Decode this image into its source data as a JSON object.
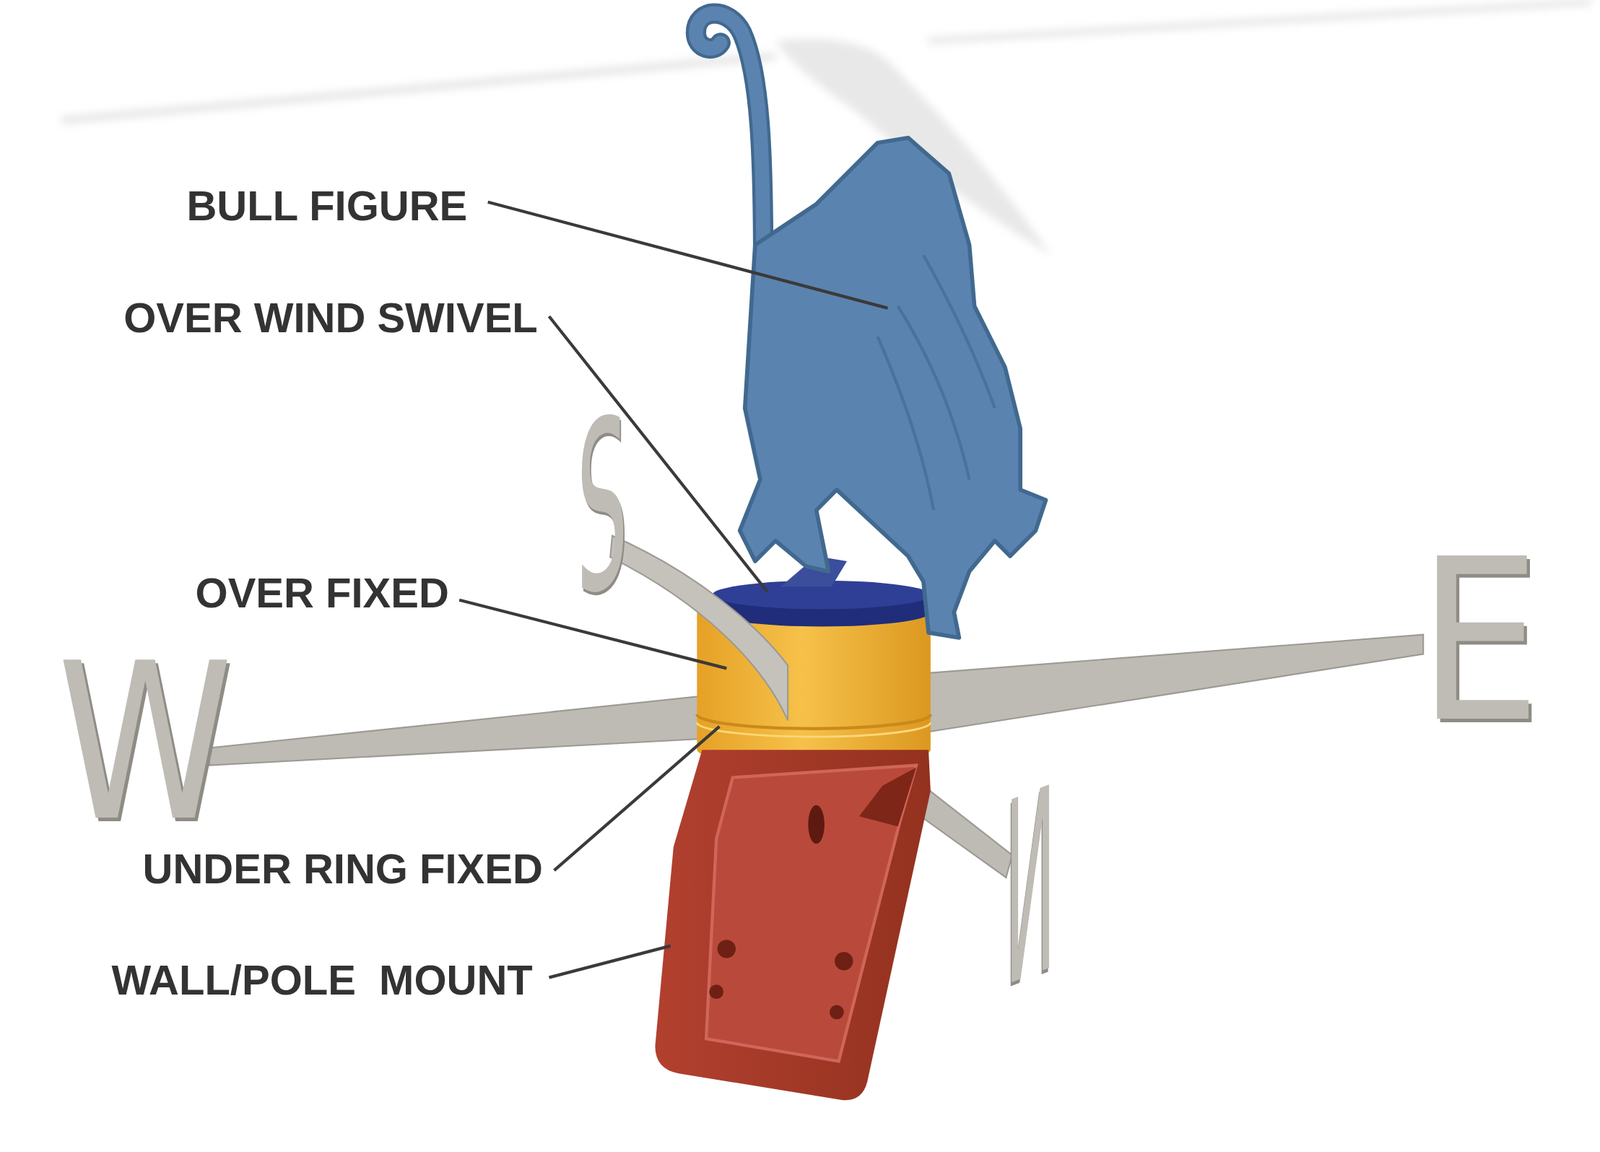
{
  "diagram": {
    "labels": [
      "BULL FIGURE",
      "OVER WIND SWIVEL",
      "S",
      "OVER FIXED",
      "E",
      "W",
      "UNDER RING FIXED",
      "N",
      "WALL/POLE  MOUNT"
    ]
  }
}
